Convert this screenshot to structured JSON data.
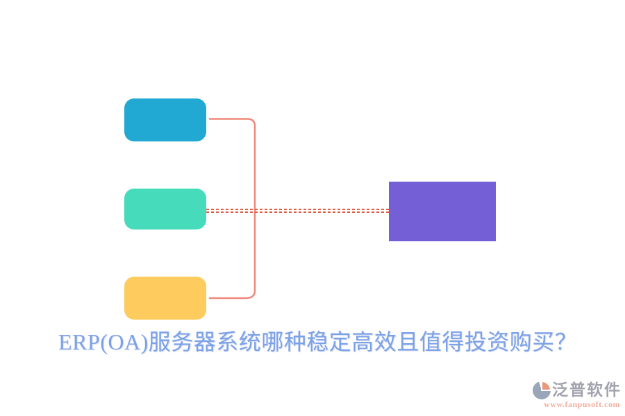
{
  "title": {
    "text": "ERP(OA)服务器系统哪种稳定高效且值得投资购买？",
    "color": "#7ba1e8"
  },
  "diagram": {
    "nodes": [
      {
        "id": "source-top",
        "shape": "rounded-rect",
        "color": "#21a9d3"
      },
      {
        "id": "source-middle",
        "shape": "rounded-rect",
        "color": "#45dbbb"
      },
      {
        "id": "source-bottom",
        "shape": "rounded-rect",
        "color": "#fdcb5e"
      },
      {
        "id": "result-right",
        "shape": "rect",
        "color": "#745fd6"
      }
    ],
    "bracket_connector_color": "#f0887a",
    "dotted_connector_color": "#e25c3f"
  },
  "watermark": {
    "brand": "泛普软件",
    "url": "www.fanpusoft.com",
    "brand_color": "#a2a3ae",
    "url_color": "#f2af9f",
    "icon_gray": "#9aa5b8",
    "icon_orange": "#e8997c"
  }
}
